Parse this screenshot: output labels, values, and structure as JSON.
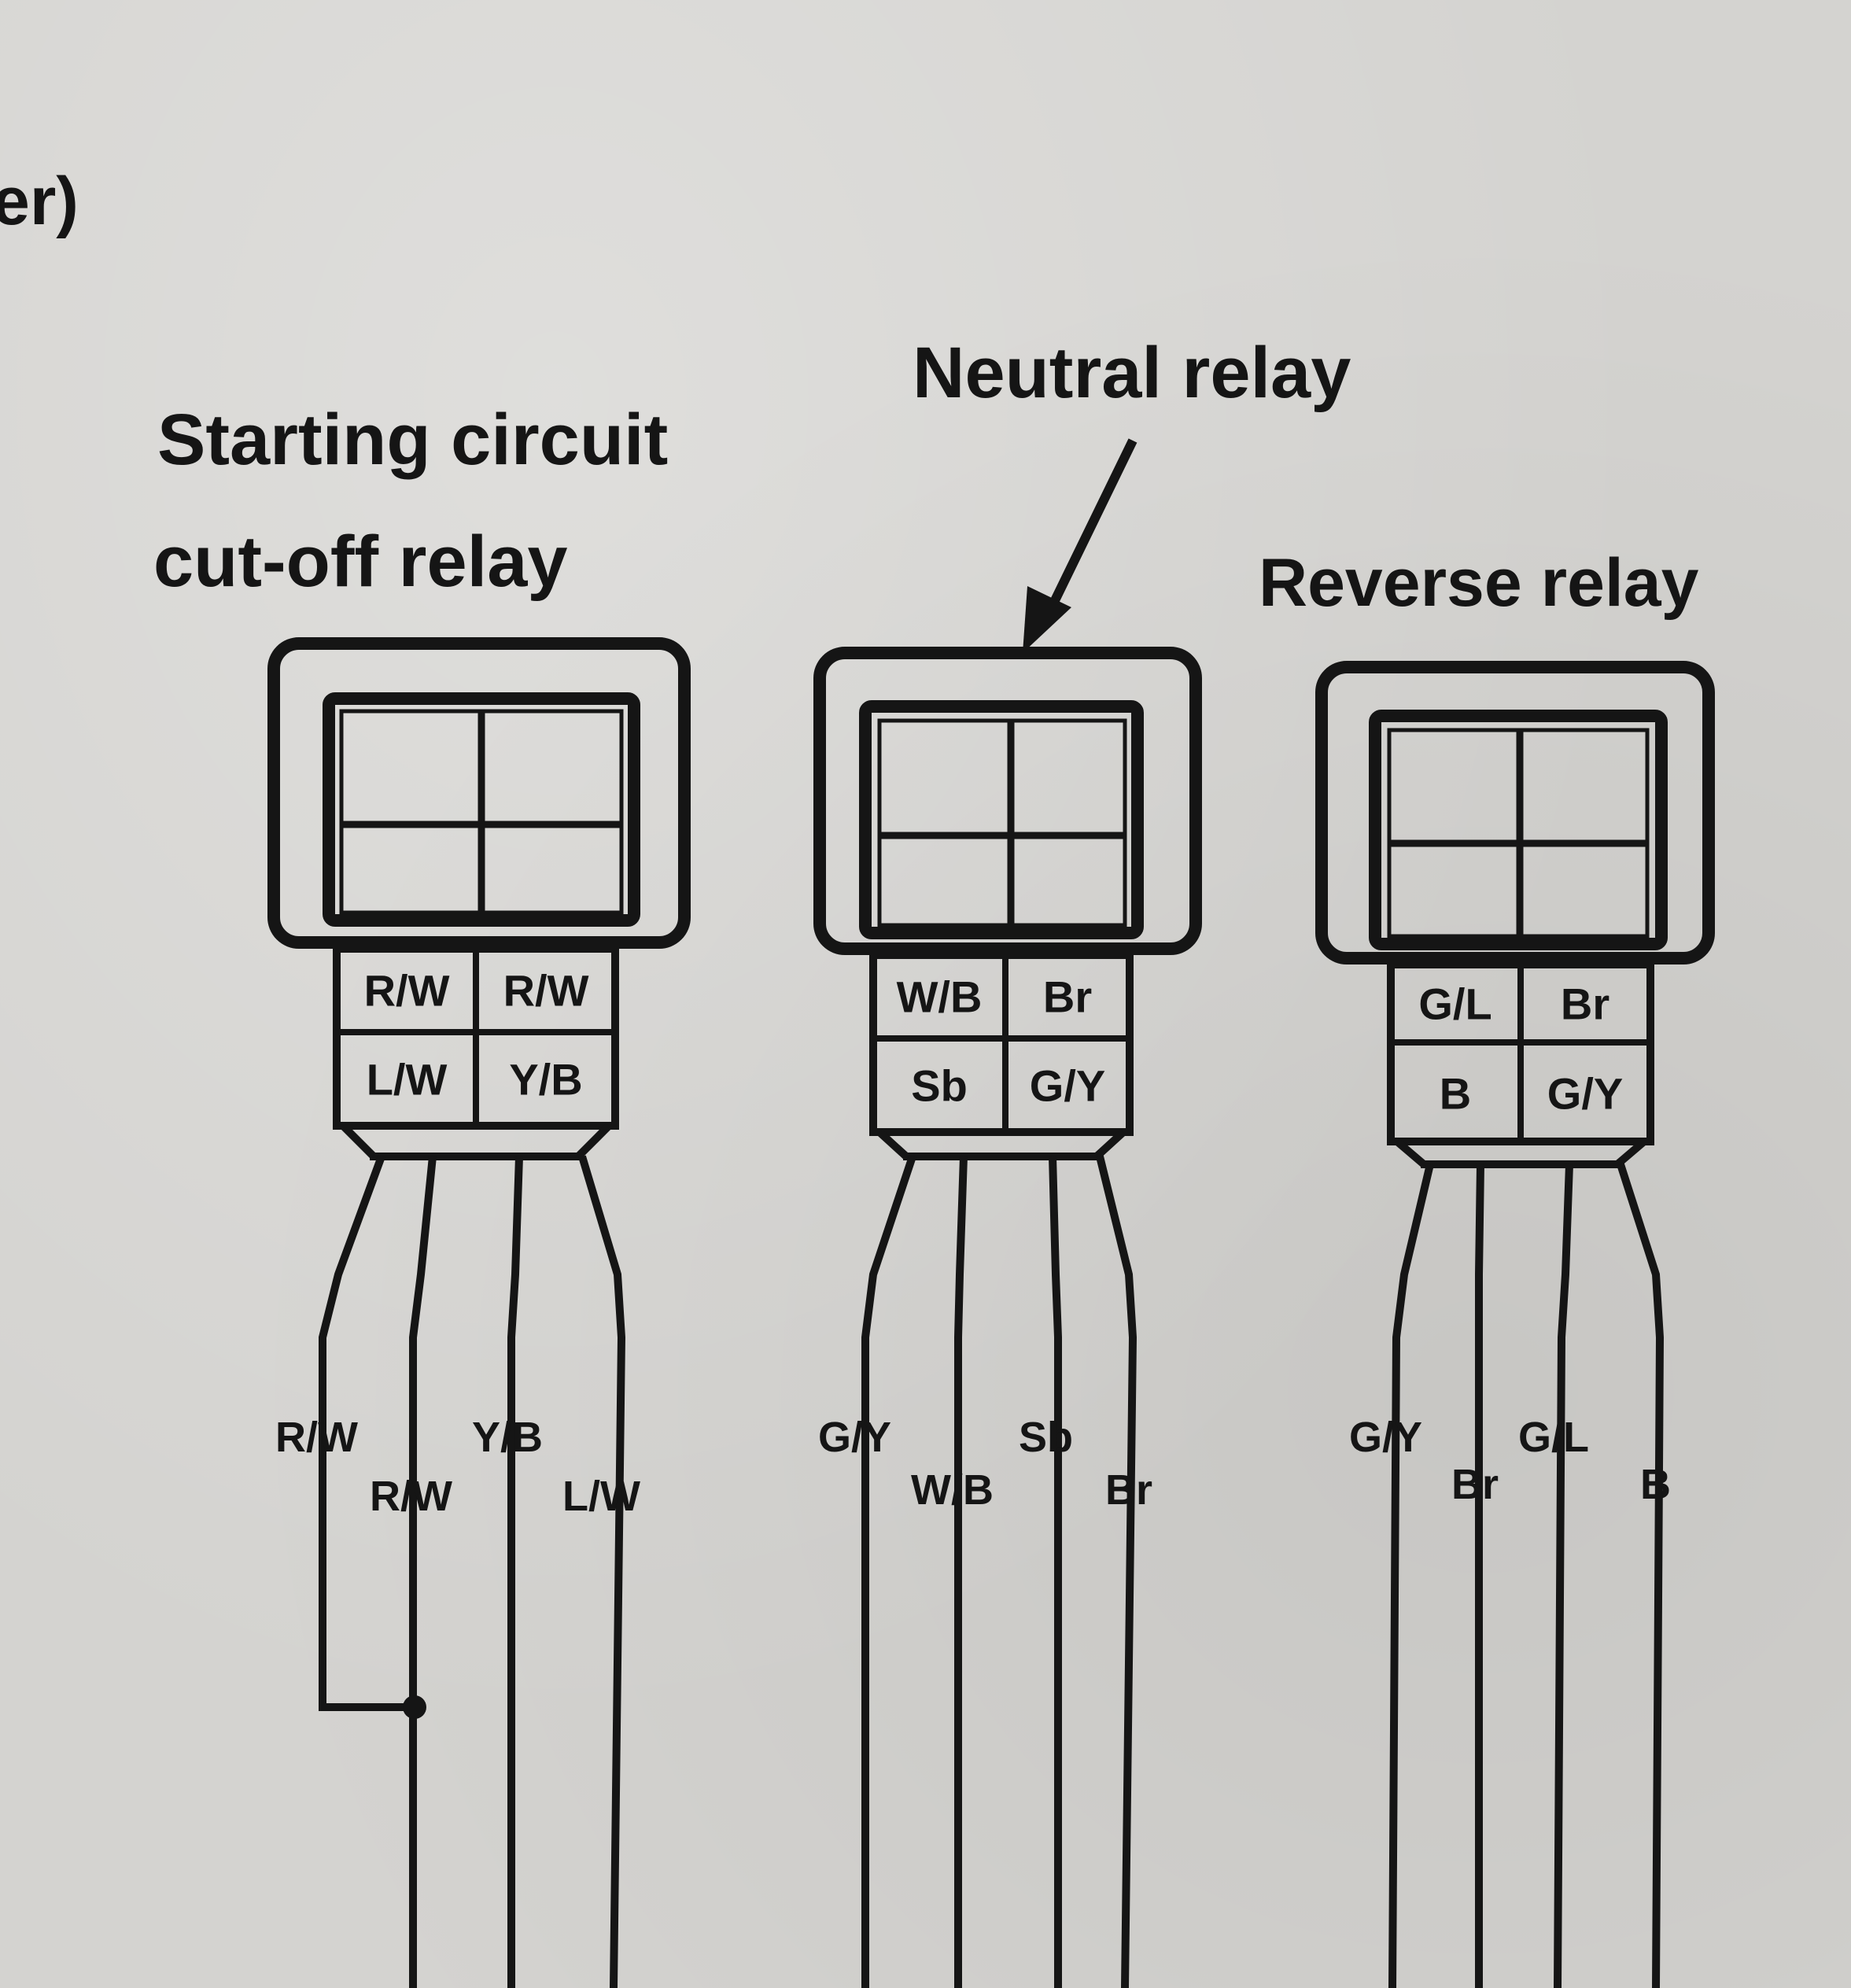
{
  "fragment_text": "er)",
  "relays": {
    "starting": {
      "title_line1": "Starting circuit",
      "title_line2": "cut-off relay",
      "pins": [
        "R/W",
        "R/W",
        "L/W",
        "Y/B"
      ],
      "wire_labels": [
        "R/W",
        "R/W",
        "Y/B",
        "L/W"
      ]
    },
    "neutral": {
      "title": "Neutral relay",
      "pins": [
        "W/B",
        "Br",
        "Sb",
        "G/Y"
      ],
      "wire_labels": [
        "G/Y",
        "W/B",
        "Sb",
        "Br"
      ]
    },
    "reverse": {
      "title": "Reverse relay",
      "pins": [
        "G/L",
        "Br",
        "B",
        "G/Y"
      ],
      "wire_labels": [
        "G/Y",
        "Br",
        "G/L",
        "B"
      ]
    }
  }
}
